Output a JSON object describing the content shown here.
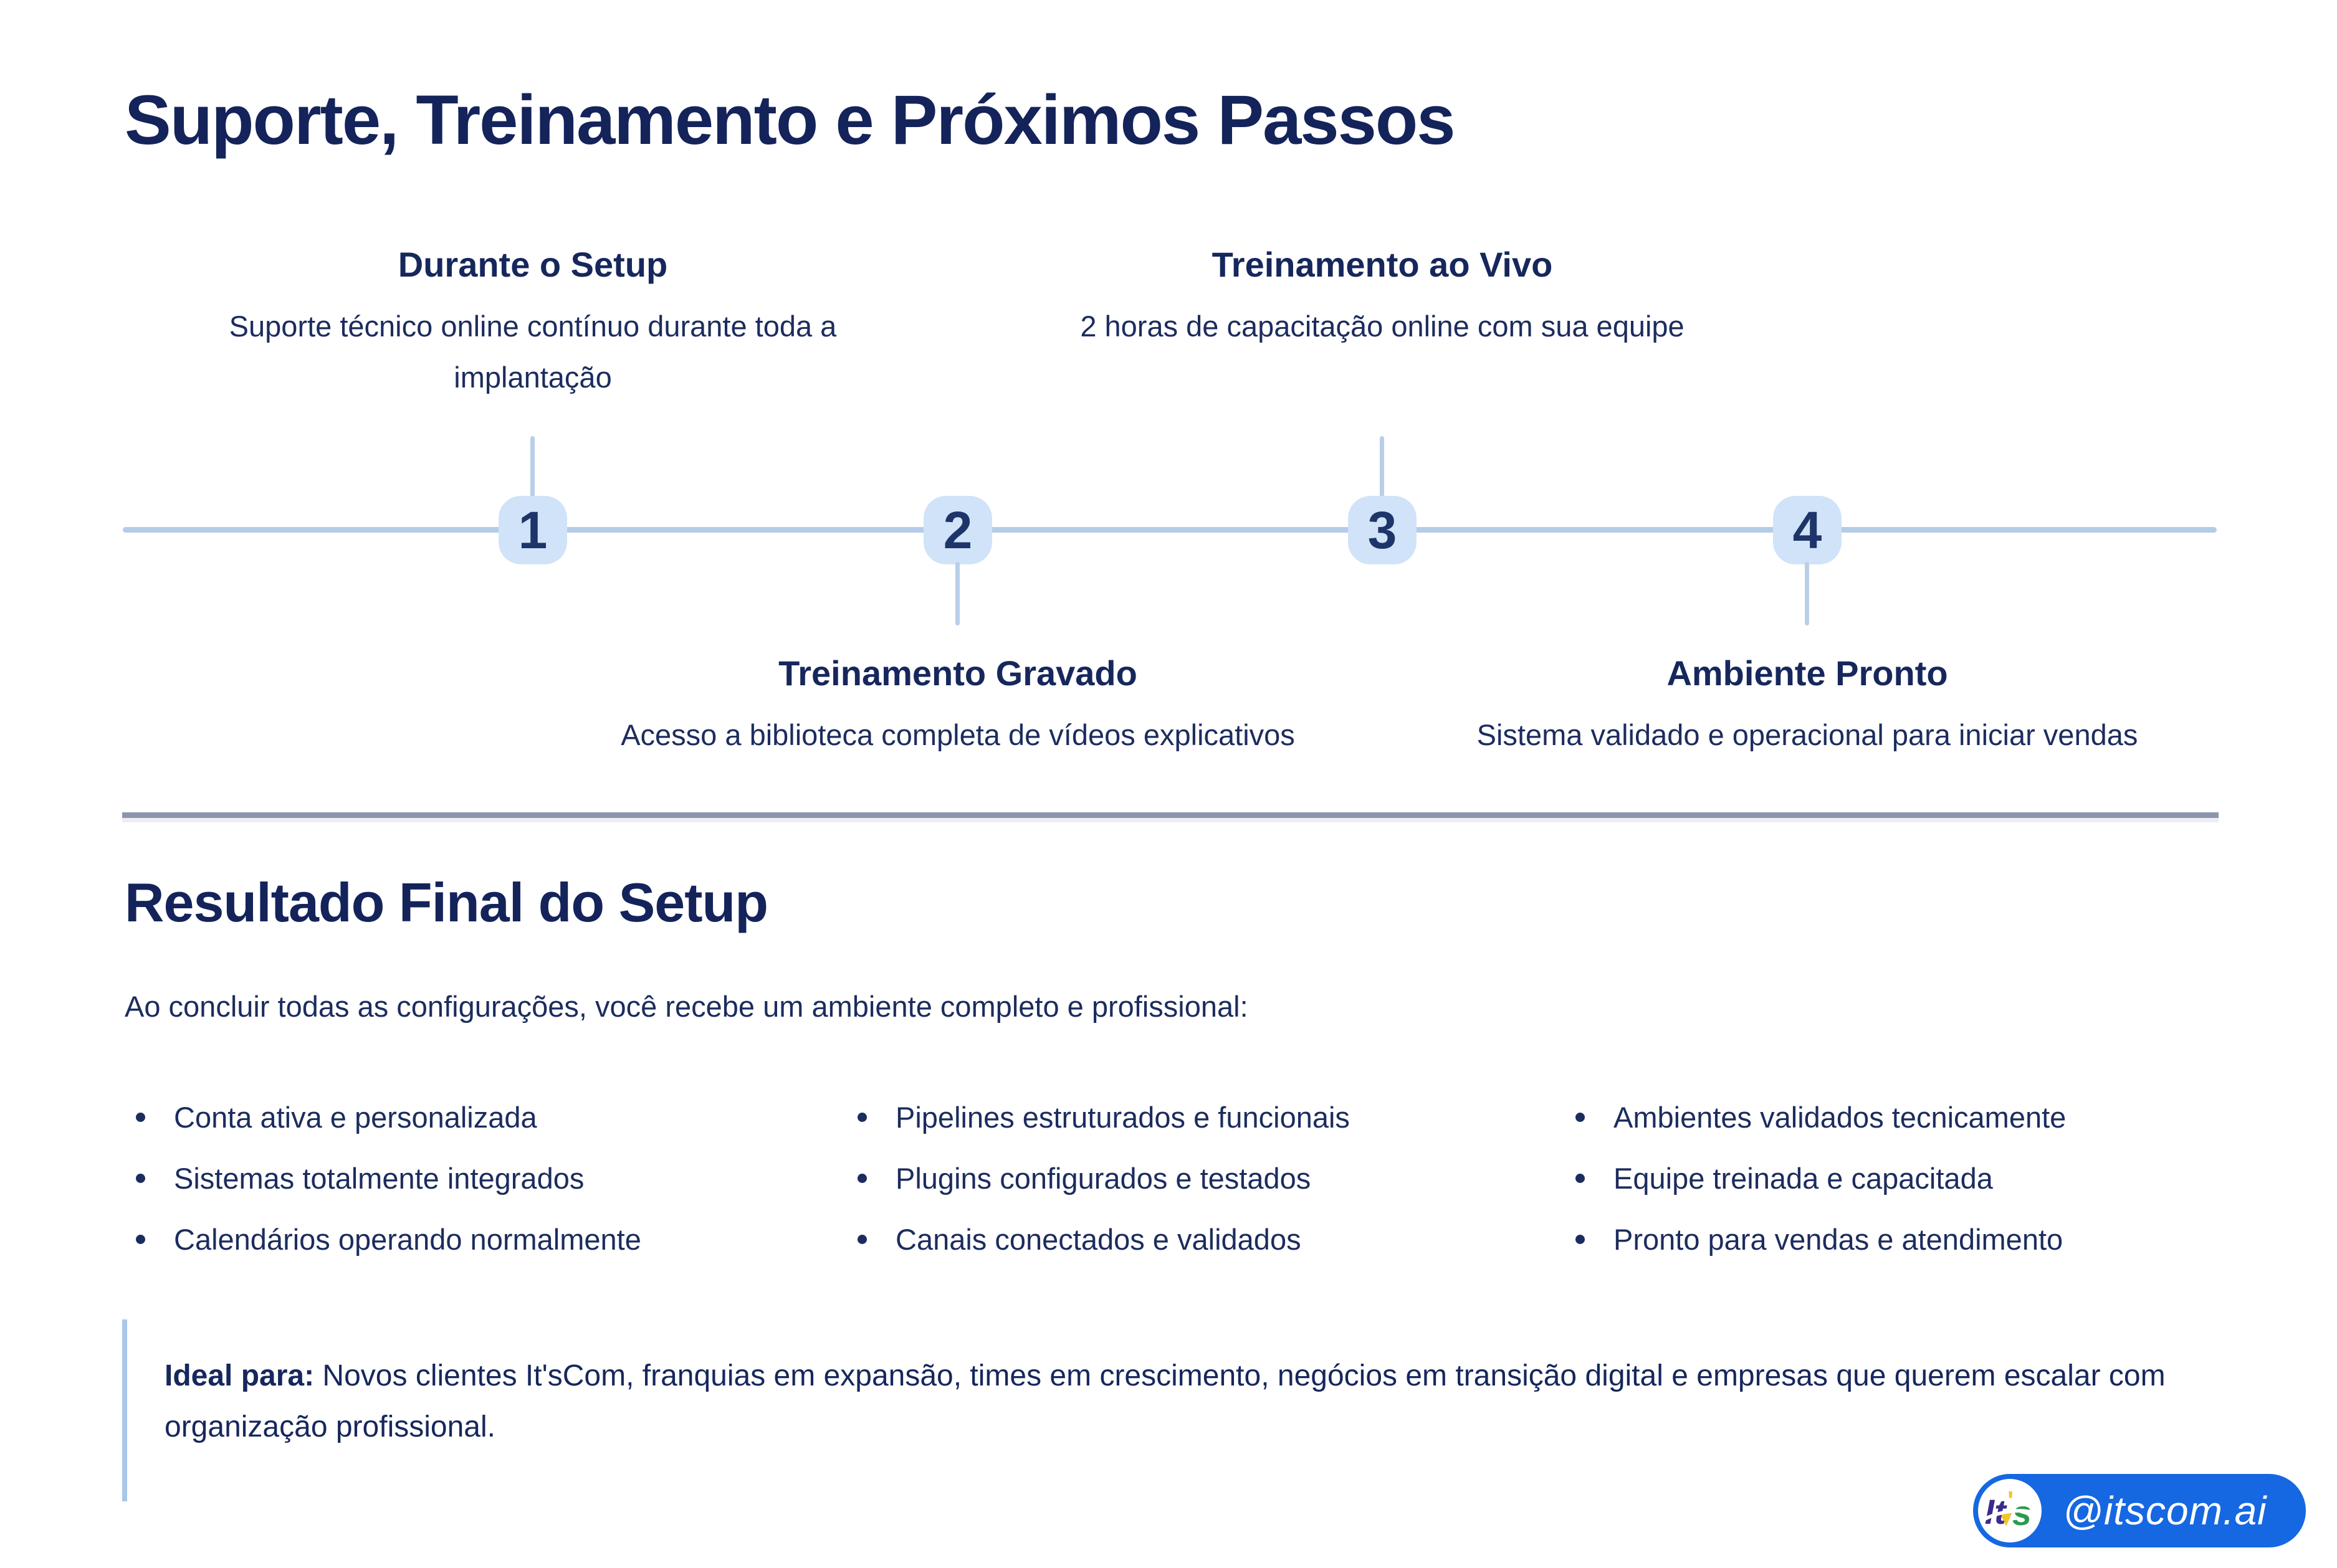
{
  "page": {
    "title": "Suporte, Treinamento e Próximos Passos"
  },
  "timeline": {
    "steps": [
      {
        "number": "1",
        "title": "Durante o Setup",
        "description": "Suporte técnico online contínuo durante toda a implantação",
        "position": "above"
      },
      {
        "number": "2",
        "title": "Treinamento Gravado",
        "description": "Acesso a biblioteca completa de vídeos explicativos",
        "position": "below"
      },
      {
        "number": "3",
        "title": "Treinamento ao Vivo",
        "description": "2 horas de capacitação online com sua equipe",
        "position": "above"
      },
      {
        "number": "4",
        "title": "Ambiente Pronto",
        "description": "Sistema validado e operacional para iniciar vendas",
        "position": "below"
      }
    ]
  },
  "results": {
    "heading": "Resultado Final do Setup",
    "intro": "Ao concluir todas as configurações, você recebe um ambiente completo e profissional:",
    "columns": [
      {
        "items": [
          "Conta ativa e personalizada",
          "Sistemas totalmente integrados",
          "Calendários operando normalmente"
        ]
      },
      {
        "items": [
          "Pipelines estruturados e funcionais",
          "Plugins configurados e testados",
          "Canais conectados e validados"
        ]
      },
      {
        "items": [
          "Ambientes validados tecnicamente",
          "Equipe treinada e capacitada",
          "Pronto para vendas e atendimento"
        ]
      }
    ]
  },
  "callout": {
    "label": "Ideal para:",
    "text": " Novos clientes It'sCom, franquias em expansão, times em crescimento, negócios em transição digital e empresas que querem escalar com organização profissional."
  },
  "badge": {
    "handle": "@itscom.ai",
    "logo_it": "It",
    "logo_apos": "'",
    "logo_s": "s"
  },
  "colors": {
    "text_navy": "#1c2c5e",
    "heading_navy": "#14235a",
    "node_bg": "#d0e3f8",
    "node_number": "#1d3569",
    "timeline_line": "#b5cce8",
    "divider": "#8b95ad",
    "callout_border": "#a9c7ea",
    "badge_blue": "#1667e2",
    "logo_purple": "#3a2b8d",
    "logo_green": "#2b9a4e",
    "logo_yellow": "#f1c52c"
  }
}
